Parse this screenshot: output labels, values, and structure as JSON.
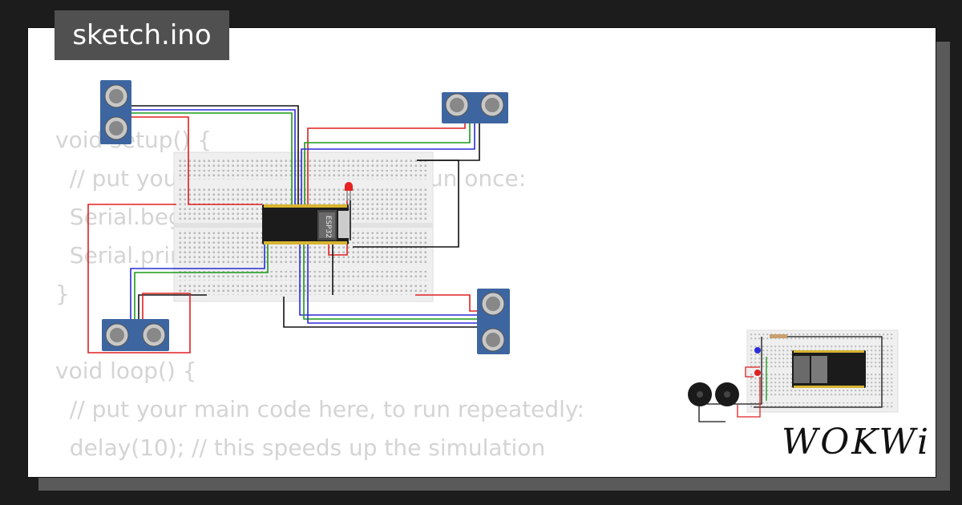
{
  "tab": {
    "label": "sketch.ino"
  },
  "code": {
    "lines": [
      "void setup() {",
      "  // put your setup code here, to run once:",
      "  Serial.begin(115200);",
      "  Serial.println(\"Hello, ESP32!\");",
      "}",
      "",
      "void loop() {",
      "  // put your main code here, to run repeatedly:",
      "  delay(10); // this speeds up the simulation",
      "}"
    ]
  },
  "board": {
    "chip_label": "ESP32"
  },
  "logo": {
    "text": "WOKWi"
  },
  "colors": {
    "red_wire": "#e02020",
    "blue_wire": "#2b2bd8",
    "green_wire": "#1a9a1a",
    "black_wire": "#111111",
    "sensor": "#3d66a0",
    "breadboard": "#eeeeee"
  }
}
